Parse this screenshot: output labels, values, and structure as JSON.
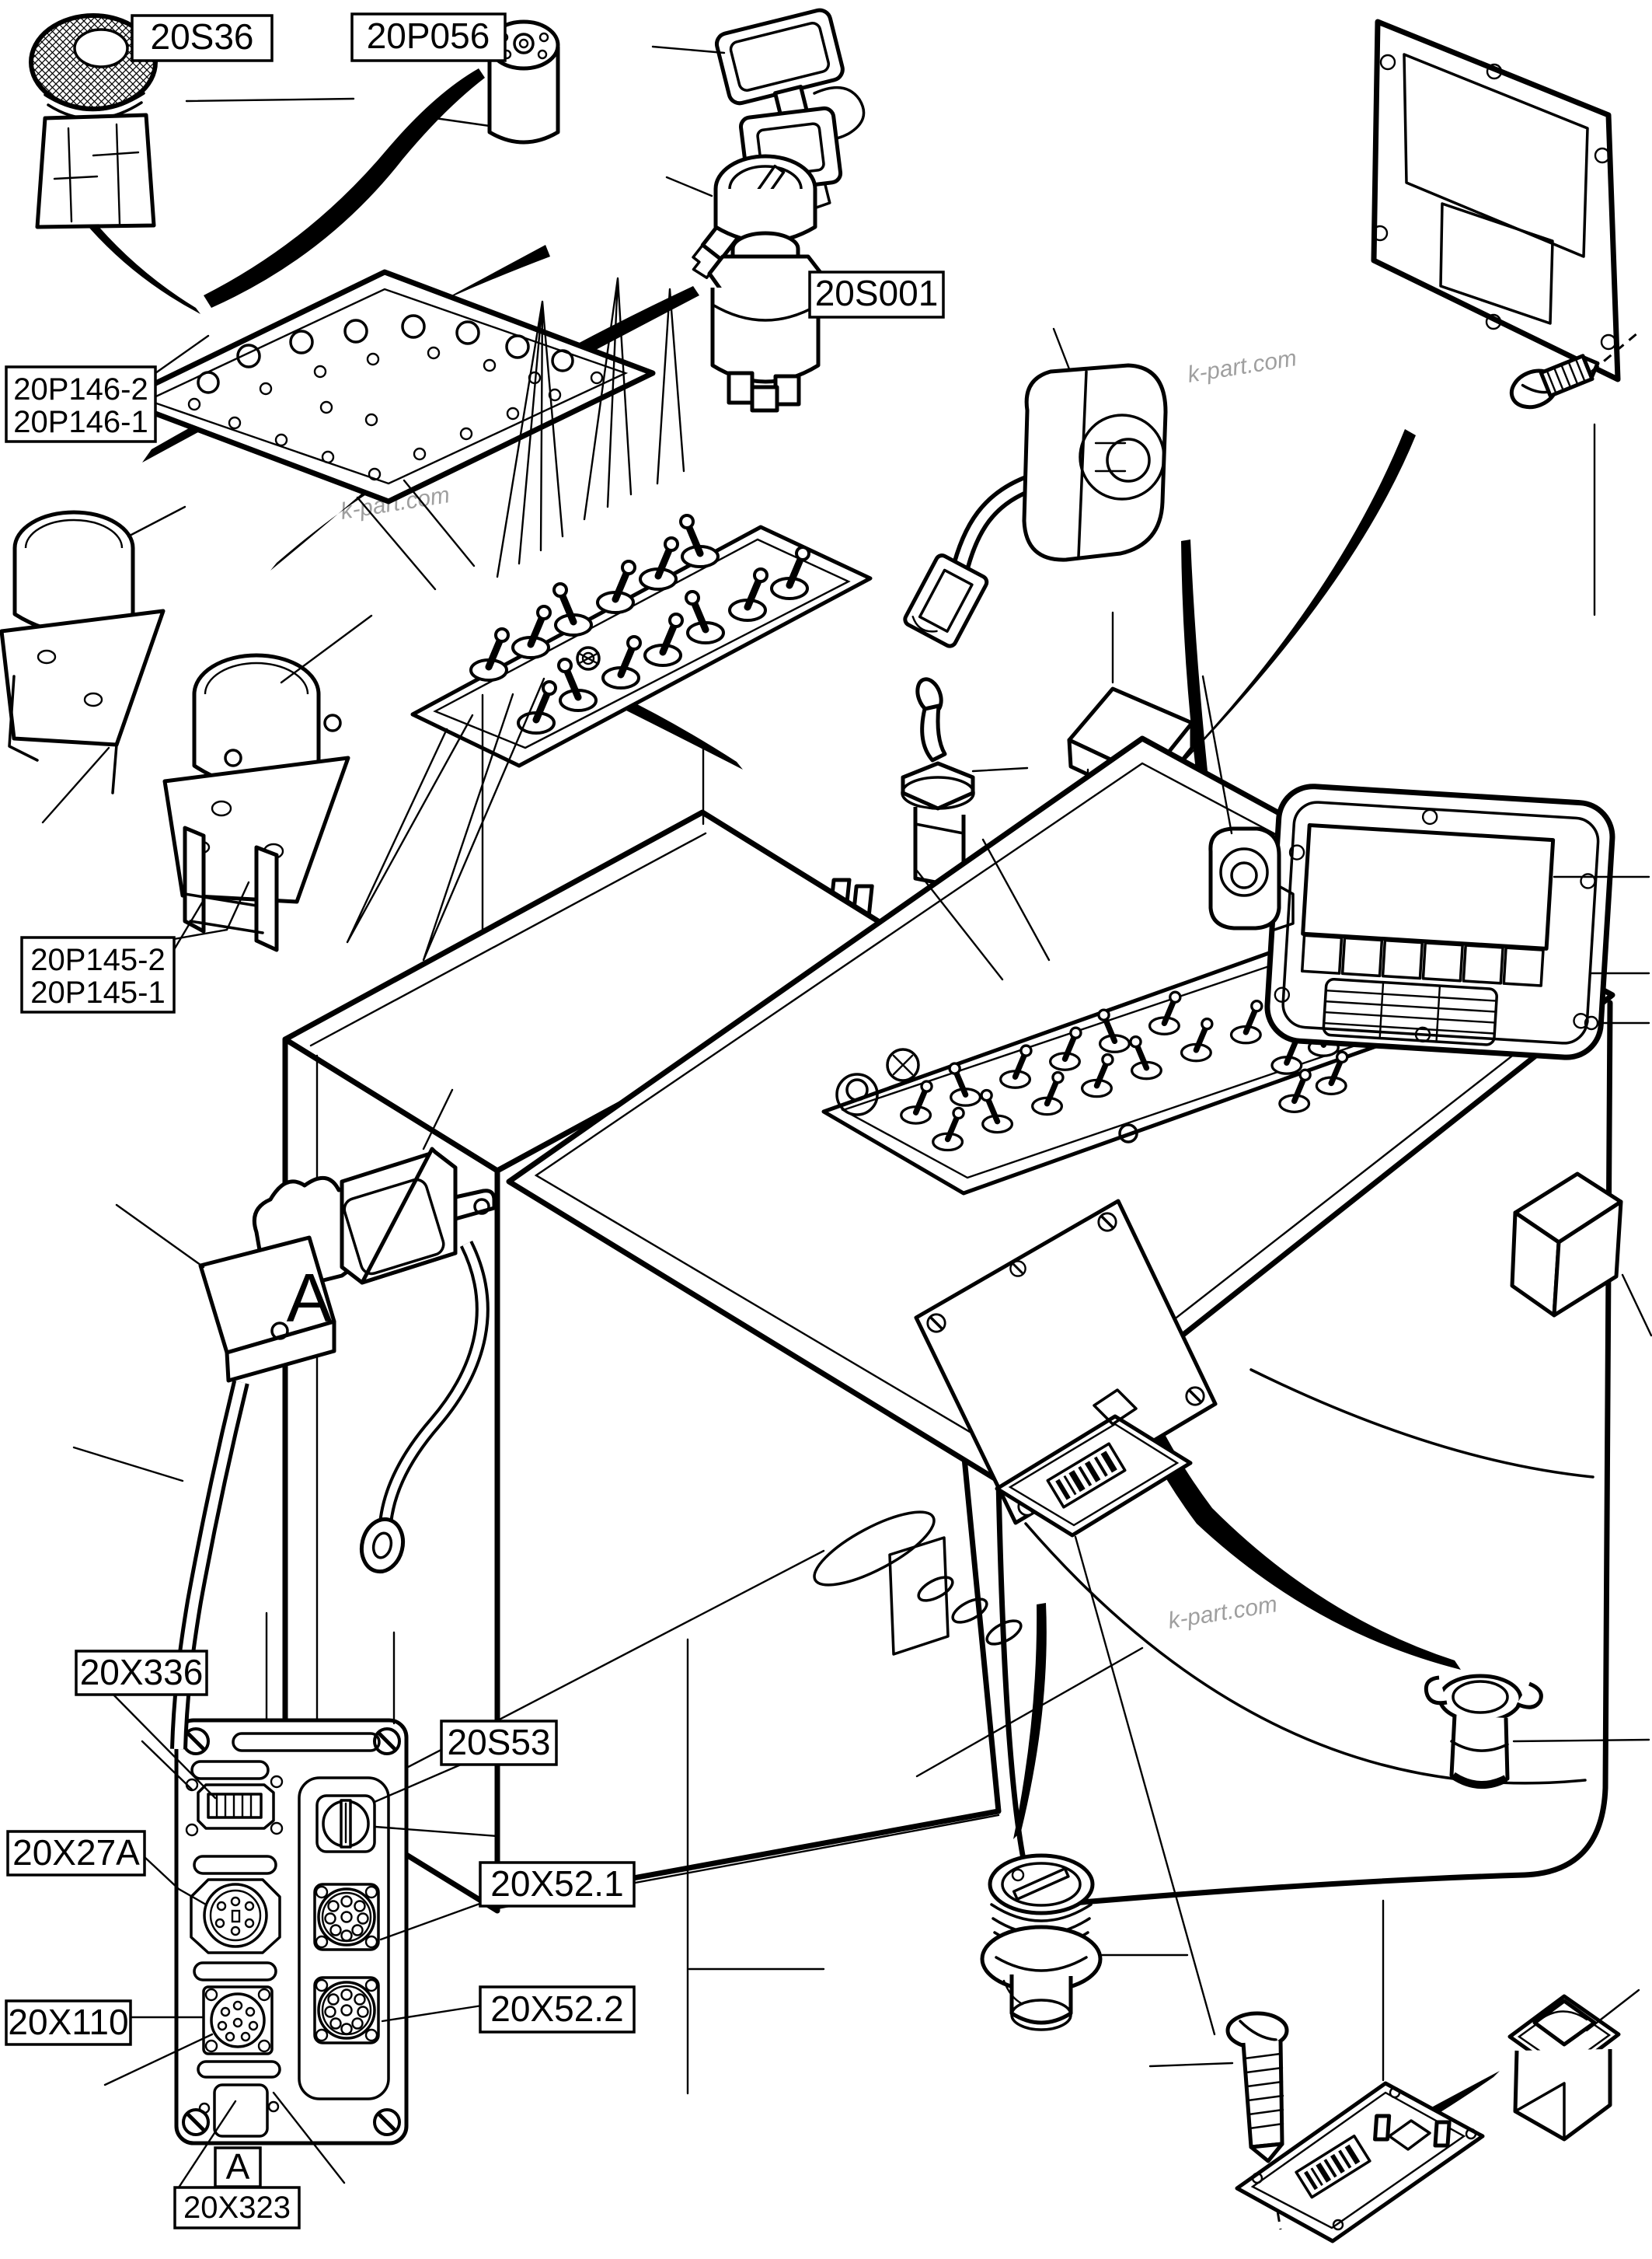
{
  "diagram": {
    "type": "exploded-parts-diagram",
    "subject": "control console electrical parts",
    "colors": {
      "line": "#000000",
      "background": "#ffffff",
      "watermark": "#9f9f9f"
    }
  },
  "watermark": {
    "text": "k-part.com"
  },
  "labels": {
    "s36": "20S36",
    "p056": "20P056",
    "s001": "20S001",
    "p146_2": "20P146-2",
    "p146_1": "20P146-1",
    "p145_2": "20P145-2",
    "p145_1": "20P145-1",
    "x336": "20X336",
    "x27a": "20X27A",
    "x110": "20X110",
    "s53": "20S53",
    "x52_1": "20X52.1",
    "x52_2": "20X52.2",
    "a_box": "A",
    "x323": "20X323",
    "a_plain": "A"
  },
  "parts": [
    {
      "label": "20S36",
      "name": "emergency-stop-mushroom-switch"
    },
    {
      "label": "20P056",
      "name": "cylindrical-sender-unit"
    },
    {
      "label": "20S001",
      "name": "ignition-switch-with-keys"
    },
    {
      "label": "20P146-2 / 20P146-1",
      "name": "mounting-plate-with-holes"
    },
    {
      "label": "20P145-2 / 20P145-1",
      "name": "rotary-switch-assemblies"
    },
    {
      "label": "",
      "name": "toggle-switch-panel"
    },
    {
      "label": "",
      "name": "toggle-switch"
    },
    {
      "label": "",
      "name": "square-pushbutton-switch"
    },
    {
      "label": "",
      "name": "switch-with-cable-and-connector"
    },
    {
      "label": "",
      "name": "rear-bezel-plate-with-screw"
    },
    {
      "label": "",
      "name": "control-console-with-monitor"
    },
    {
      "label": "20X336 / 20X27A / 20X110 / 20S53 / 20X52.1 / 20X52.2 / 20X323",
      "name": "connector-panel"
    },
    {
      "label": "",
      "name": "cigarette-lighter-socket"
    },
    {
      "label": "",
      "name": "socket-housing"
    },
    {
      "label": "20X323",
      "name": "cover-plate-with-sticker"
    },
    {
      "label": "",
      "name": "rocker-switch"
    },
    {
      "label": "",
      "name": "mounting-screw"
    }
  ]
}
